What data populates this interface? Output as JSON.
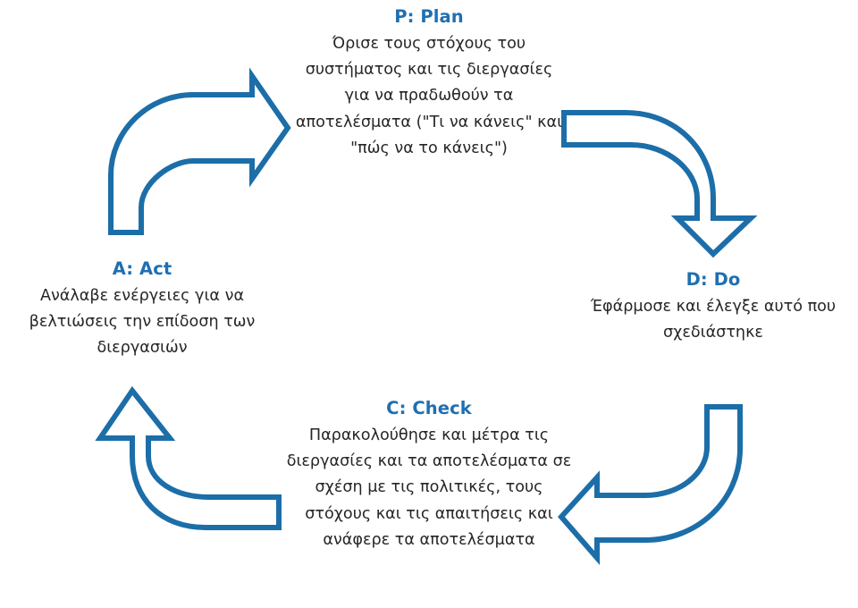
{
  "diagram": {
    "type": "cycle",
    "name": "PDCA cycle",
    "background_color": "#FFFFFF",
    "accent_color": "#1F6FB2",
    "text_color": "#262626",
    "arrow_stroke_color": "#1C6EA8",
    "arrow_fill": "none",
    "arrow_stroke_width": 6,
    "stages": [
      {
        "key": "plan",
        "title": "P: Plan",
        "body": "Όρισε τους στόχους του συστήματος και τις διεργασίες για να πραδωθούν τα αποτελέσματα (\"Τι να κάνεις\" και \"πώς να το κάνεις\")",
        "position": "top"
      },
      {
        "key": "do",
        "title": "D: Do",
        "body": "Έφάρμοσε και έλεγξε αυτό που σχεδιάστηκε",
        "position": "right"
      },
      {
        "key": "check",
        "title": "C: Check",
        "body": "Παρακολούθησε και μέτρα τις διεργασίες και τα αποτελέσματα σε σχέση με τις πολιτικές, τους στόχους και τις απαιτήσεις και ανάφερε τα αποτελέσματα",
        "position": "bottom"
      },
      {
        "key": "act",
        "title": "A: Act",
        "body": "Ανάλαβε ενέργειες για να βελτιώσεις την επίδοση των διεργασιών",
        "position": "left"
      }
    ],
    "arrows": [
      {
        "key": "act-to-plan",
        "from": "act",
        "to": "plan",
        "direction": "right",
        "label": "curved-arrow-act-to-plan"
      },
      {
        "key": "plan-to-do",
        "from": "plan",
        "to": "do",
        "direction": "down",
        "label": "curved-arrow-plan-to-do"
      },
      {
        "key": "do-to-check",
        "from": "do",
        "to": "check",
        "direction": "left",
        "label": "curved-arrow-do-to-check"
      },
      {
        "key": "check-to-act",
        "from": "check",
        "to": "act",
        "direction": "up",
        "label": "curved-arrow-check-to-act"
      }
    ]
  }
}
